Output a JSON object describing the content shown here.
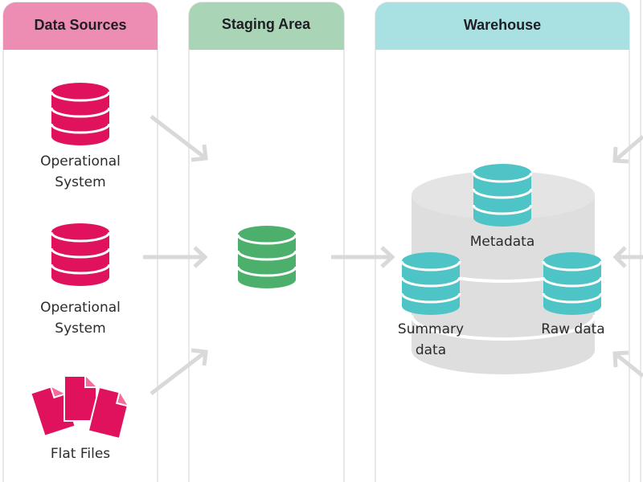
{
  "columns": {
    "data_sources": {
      "title": "Data Sources",
      "header_color": "#ee8db4"
    },
    "staging": {
      "title": "Staging Area",
      "header_color": "#a9d5b6"
    },
    "warehouse": {
      "title": "Warehouse",
      "header_color": "#a9e0e2"
    }
  },
  "sources": [
    {
      "label_line1": "Operational",
      "label_line2": "System",
      "icon": "database-icon"
    },
    {
      "label_line1": "Operational",
      "label_line2": "System",
      "icon": "database-icon"
    },
    {
      "label_line1": "Flat Files",
      "icon": "documents-icon"
    }
  ],
  "warehouse": {
    "metadata": "Metadata",
    "summary_line1": "Summary",
    "summary_line2": "data",
    "raw": "Raw data"
  },
  "colors": {
    "source": "#e0125e",
    "staging": "#4caf6b",
    "warehouse": "#4ec4c6",
    "arrow": "#d9d9d9",
    "cylinder": "#dedede"
  }
}
